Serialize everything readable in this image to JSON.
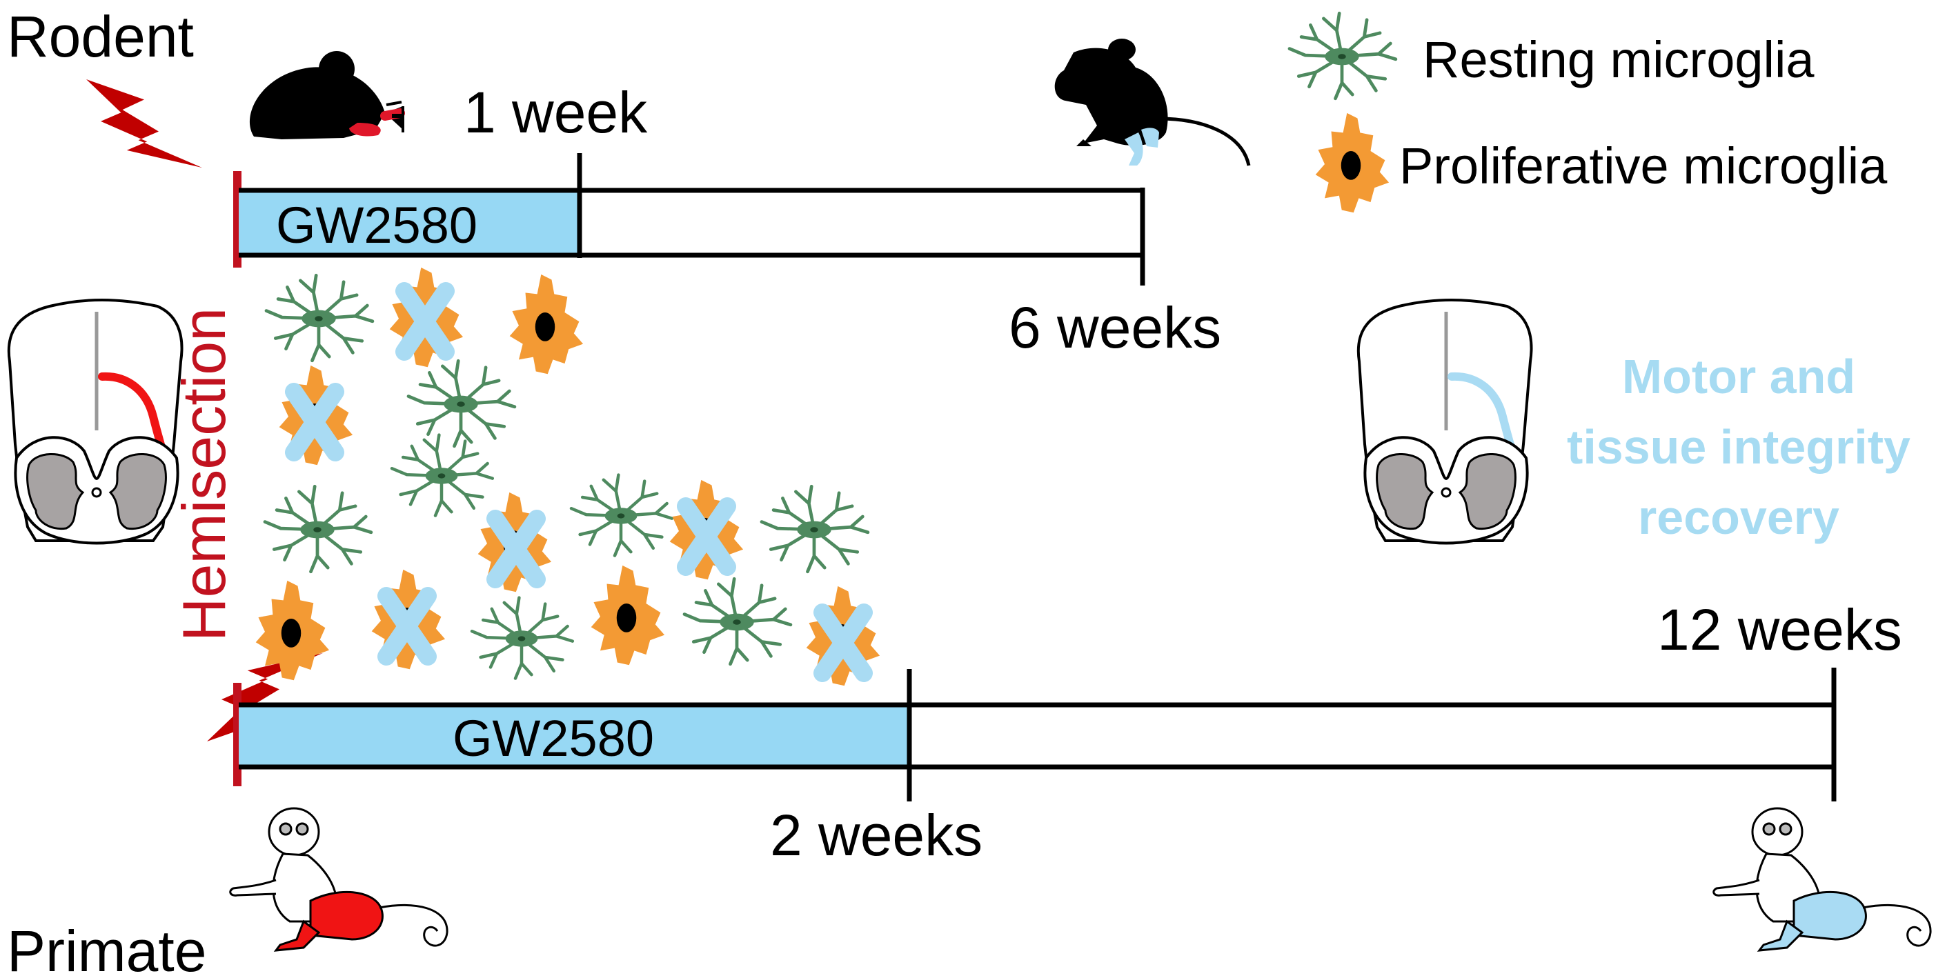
{
  "species": {
    "top": "Rodent",
    "bottom": "Primate"
  },
  "injury": {
    "label": "Hemisection"
  },
  "rodent_timeline": {
    "treatment": "GW2580",
    "treatment_end": "1 week",
    "end": "6 weeks"
  },
  "primate_timeline": {
    "treatment": "GW2580",
    "treatment_end": "2 weeks",
    "end": "12 weeks"
  },
  "legend": {
    "resting": "Resting microglia",
    "proliferative": "Proliferative microglia"
  },
  "outcome": {
    "line1": "Motor and",
    "line2": "tissue integrity",
    "line3": "recovery"
  },
  "colors": {
    "treatment_bar": "#97d8f4",
    "injury": "#c1121f",
    "lightning": "#c00000",
    "resting_cell": "#4e8a5f",
    "proliferative_cell": "#f39a34",
    "blocked_x": "#a9dbf3",
    "outcome_text": "#a6dbf2"
  },
  "icons": [
    "lightning-bolt-icon",
    "mouse-icon",
    "monkey-icon",
    "brain-spinal-cord-icon",
    "microglia-cell-icon"
  ]
}
